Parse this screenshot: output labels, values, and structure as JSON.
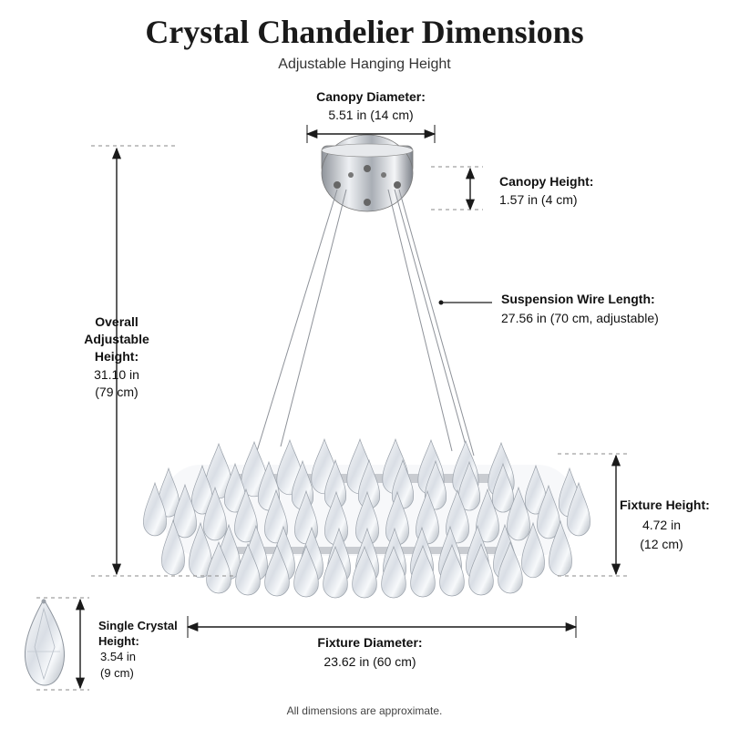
{
  "header": {
    "title": "Crystal Chandelier Dimensions",
    "subtitle": "Adjustable Hanging Height"
  },
  "dimensions": {
    "canopy_diameter": {
      "label": "Canopy Diameter:",
      "value": "5.51 in (14 cm)"
    },
    "canopy_height": {
      "label": "Canopy Height:",
      "value": "1.57 in (4 cm)"
    },
    "suspension_wire": {
      "label": "Suspension Wire Length:",
      "value": "27.56 in (70 cm, adjustable)"
    },
    "overall_height": {
      "label_lines": [
        "Overall",
        "Adjustable",
        "Height:"
      ],
      "value_lines": [
        "31.10 in",
        "(79 cm)"
      ]
    },
    "fixture_height": {
      "label": "Fixture Height:",
      "value_lines": [
        "4.72 in",
        "(12 cm)"
      ]
    },
    "fixture_diameter": {
      "label": "Fixture Diameter:",
      "value": "23.62 in (60 cm)"
    },
    "single_crystal": {
      "label_lines": [
        "Single Crystal",
        "Height:"
      ],
      "value_lines": [
        "3.54 in",
        "(9 cm)"
      ]
    }
  },
  "footer": {
    "note": "All dimensions are approximate."
  },
  "colors": {
    "text": "#111111",
    "line": "#1a1a1a",
    "guide": "#8a8a8a",
    "chrome": "#c9ccd1",
    "crystal": "#e9edf2"
  }
}
